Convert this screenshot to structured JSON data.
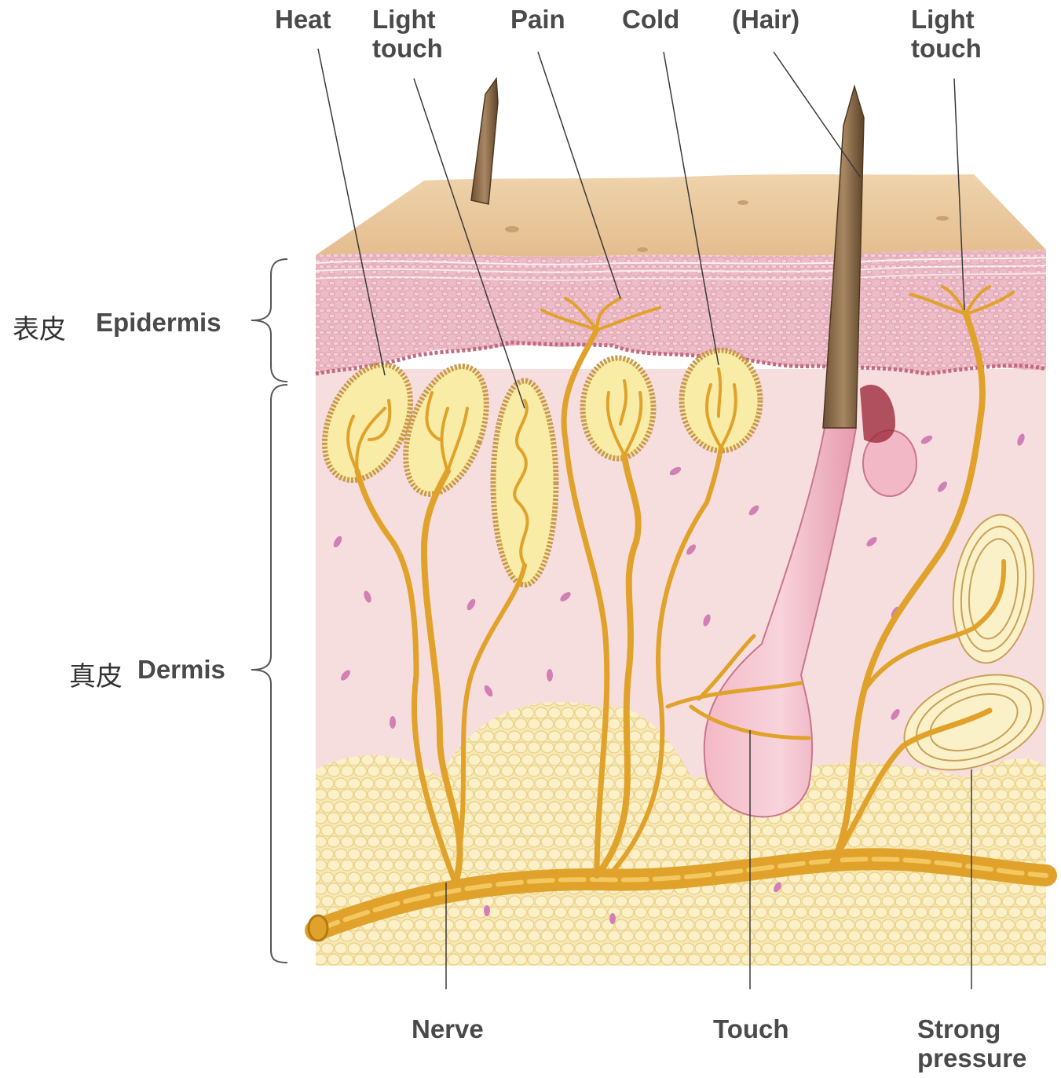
{
  "labels": {
    "heat": "Heat",
    "light_touch_1": [
      "Light",
      "touch"
    ],
    "pain": "Pain",
    "cold": "Cold",
    "hair": "(Hair)",
    "light_touch_2": [
      "Light",
      "touch"
    ],
    "nerve": "Nerve",
    "touch": "Touch",
    "strong_pressure": [
      "Strong",
      "pressure"
    ],
    "epidermis_cn": "表皮",
    "epidermis_en": "Epidermis",
    "dermis_cn": "真皮",
    "dermis_en": "Dermis"
  },
  "colors": {
    "skin_surface": "#e9c79a",
    "epidermis": "#ebb6c2",
    "dermis": "#f6dcdc",
    "fat": "#f7e6ad",
    "nerve": "#e2a52c",
    "receptor_fill": "#f8eca6",
    "hair": "#8a6a4a",
    "follicle": "#ee9fb0",
    "label_text": "#4a4a4a"
  }
}
